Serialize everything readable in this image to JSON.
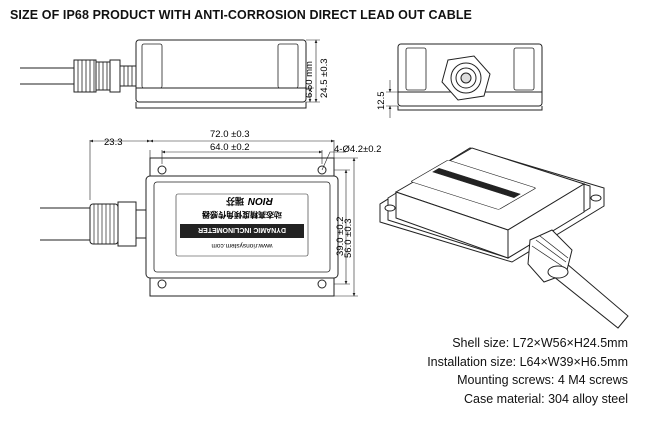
{
  "title": "SIZE OF IP68 PRODUCT WITH ANTI-CORROSION DIRECT LEAD OUT CABLE",
  "dimensions": {
    "side_small": "6.50 mm",
    "side_height": "24.5 ±0.3",
    "end_height": "12.5",
    "cable_offset": "23.3",
    "length_outer": "72.0 ±0.3",
    "length_mount": "64.0 ±0.2",
    "holes": "4-Ø4.2±0.2",
    "width_mount": "39.0 ±0.2",
    "width_outer": "56.0 ±0.3"
  },
  "label": {
    "brand": "RION",
    "brand_cn": "瑞芬",
    "cn_name": "动态高精度倾角传感器",
    "product": "DYNAMIC INCLINOMETER",
    "url": "www.rionsystem.com"
  },
  "specs": [
    "Shell size: L72×W56×H24.5mm",
    "Installation size: L64×W39×H6.5mm",
    "Mounting screws: 4 M4 screws",
    "Case material: 304 alloy steel"
  ]
}
